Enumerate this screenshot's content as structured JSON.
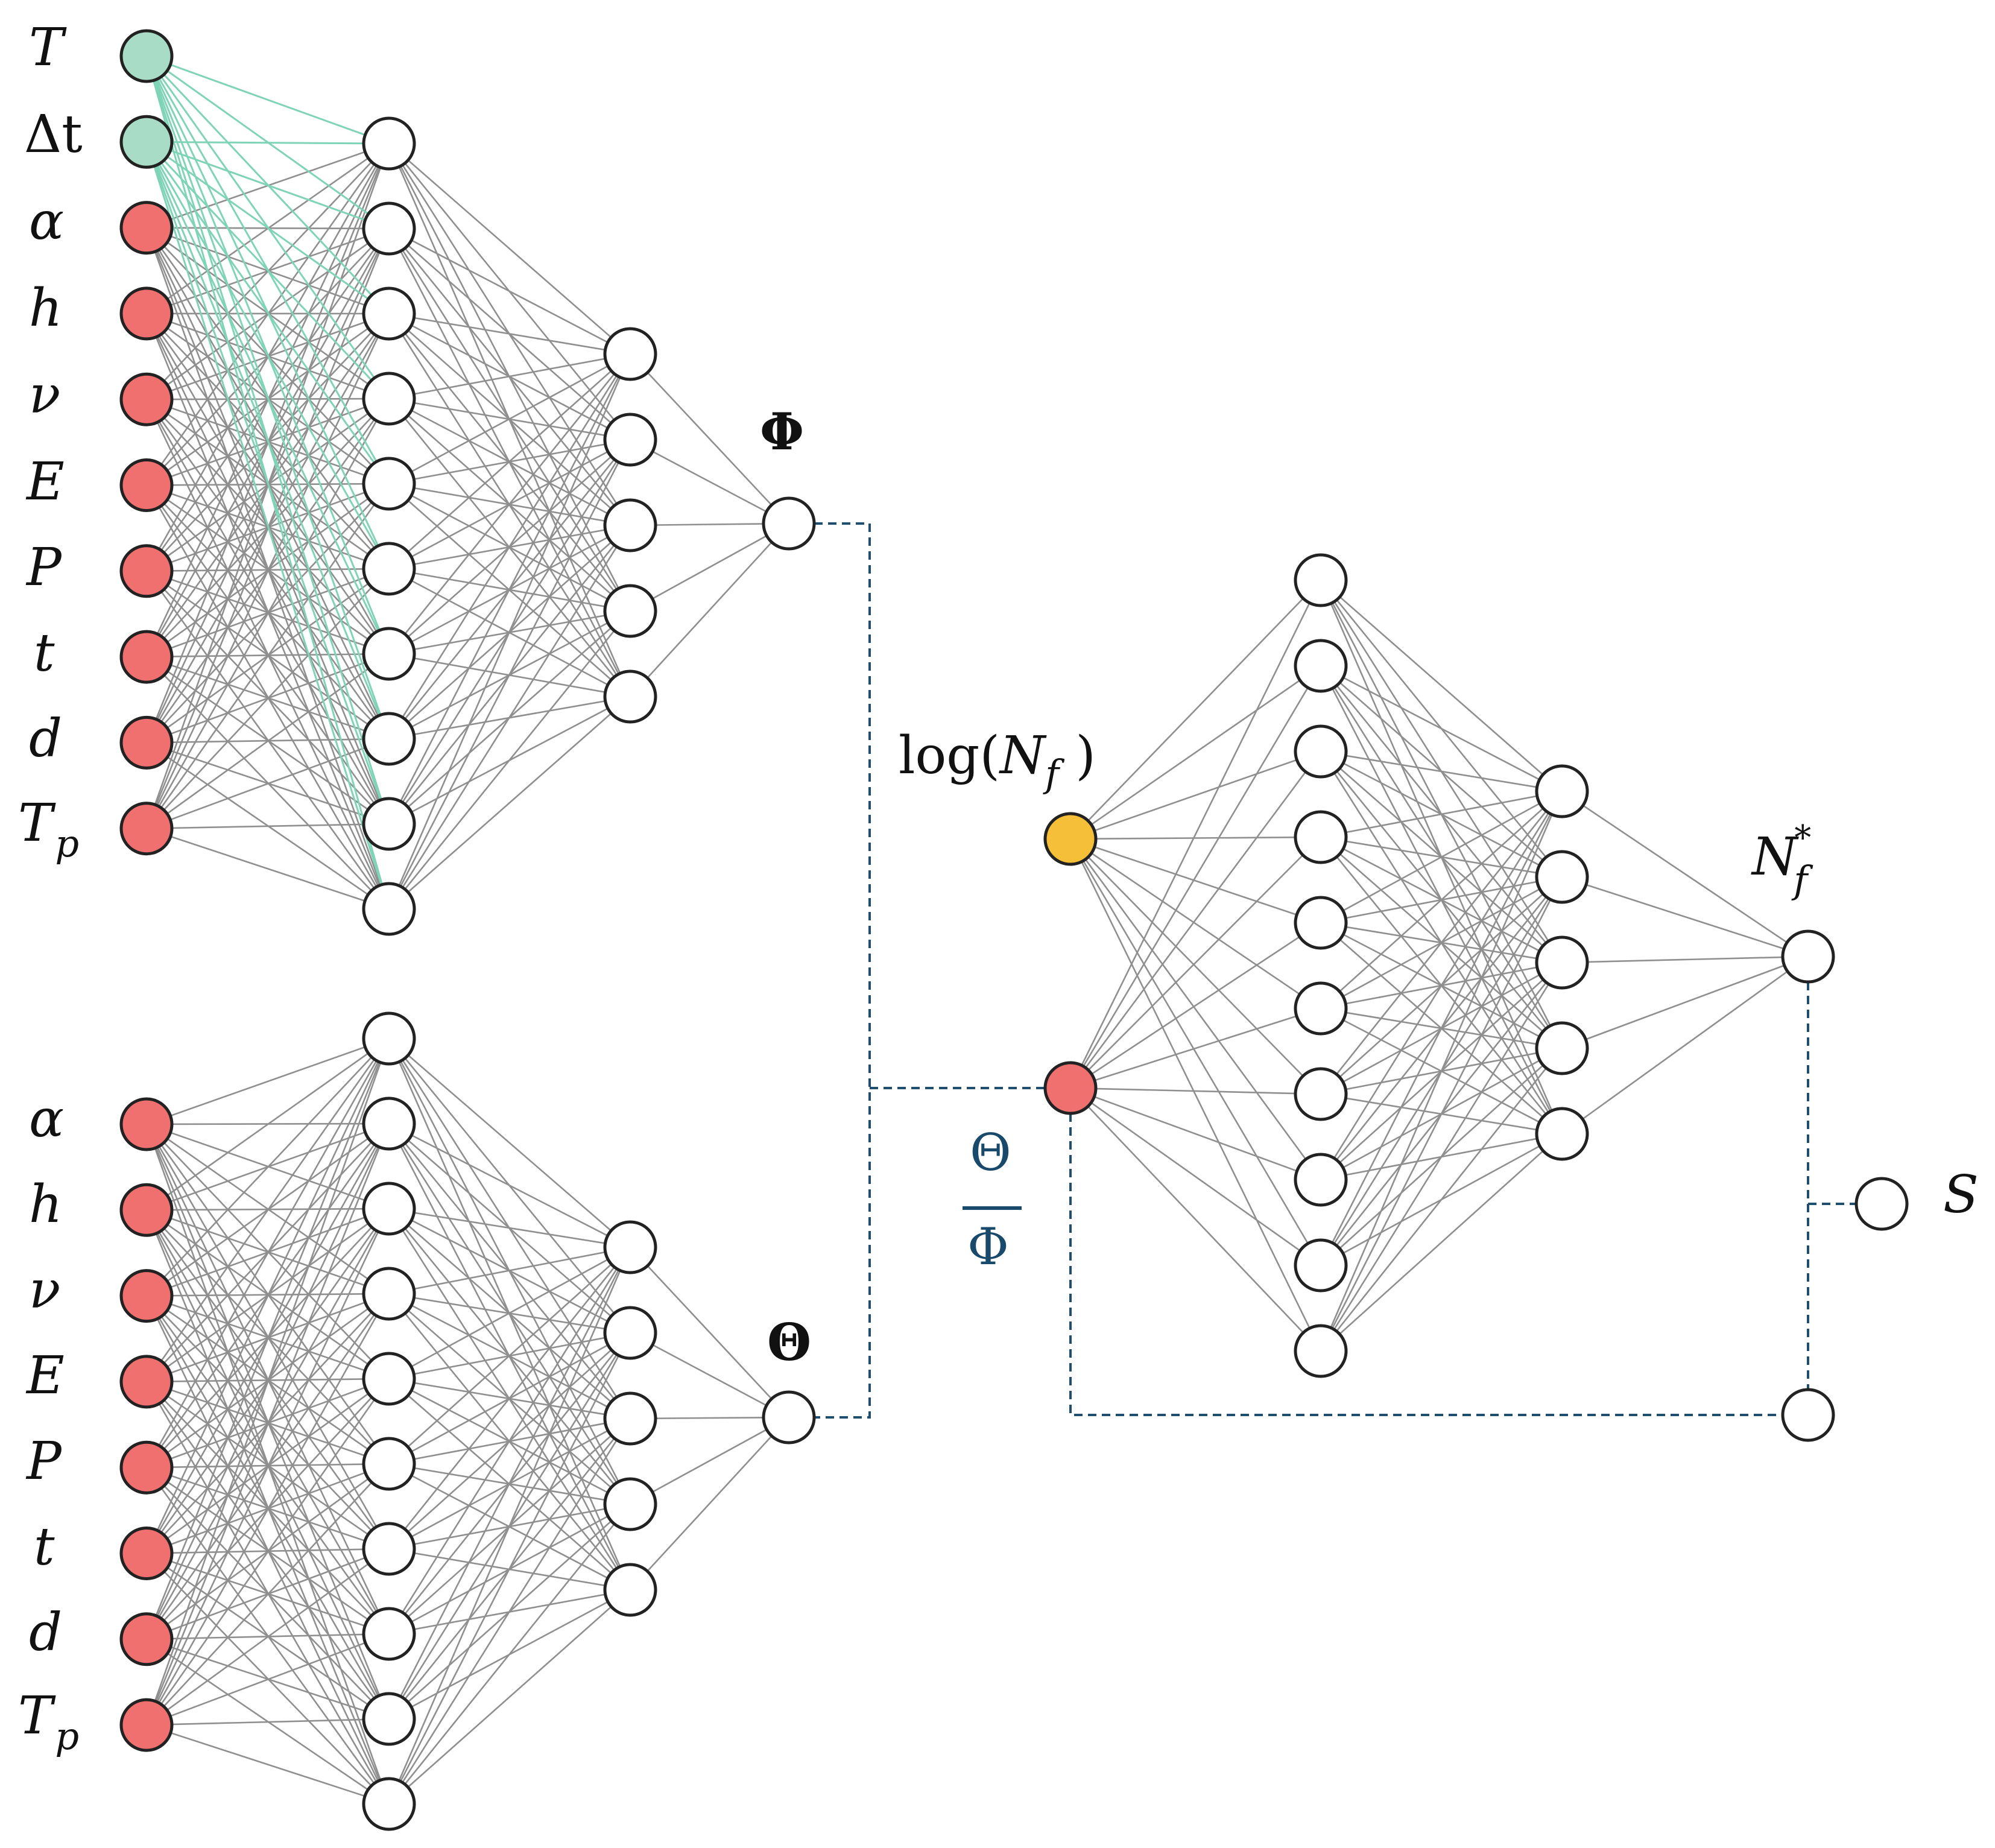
{
  "top_network": {
    "inputs": [
      {
        "label": "T",
        "color": "#a8dcc6"
      },
      {
        "label": "Δt",
        "color": "#a8dcc6"
      },
      {
        "label": "α",
        "color": "#f07070"
      },
      {
        "label": "h",
        "color": "#f07070"
      },
      {
        "label": "ν",
        "color": "#f07070"
      },
      {
        "label": "E",
        "color": "#f07070"
      },
      {
        "label": "P",
        "color": "#f07070"
      },
      {
        "label": "t",
        "color": "#f07070"
      },
      {
        "label": "d",
        "color": "#f07070"
      },
      {
        "label": "T",
        "sub": "p",
        "color": "#f07070"
      }
    ],
    "hidden_layer_sizes": [
      10,
      5
    ],
    "output_label": "Φ"
  },
  "bottom_network": {
    "inputs": [
      {
        "label": "α",
        "color": "#f07070"
      },
      {
        "label": "h",
        "color": "#f07070"
      },
      {
        "label": "ν",
        "color": "#f07070"
      },
      {
        "label": "E",
        "color": "#f07070"
      },
      {
        "label": "P",
        "color": "#f07070"
      },
      {
        "label": "t",
        "color": "#f07070"
      },
      {
        "label": "d",
        "color": "#f07070"
      },
      {
        "label": "T",
        "sub": "p",
        "color": "#f07070"
      }
    ],
    "hidden_layer_sizes": [
      10,
      5
    ],
    "output_label": "Θ"
  },
  "right_network": {
    "log_input": {
      "prefix": "log(",
      "var": "N",
      "sub": "f",
      "suffix": " )",
      "color": "#f5c037"
    },
    "ratio_input": {
      "numerator": "Θ",
      "denominator": "Φ",
      "color": "#f07070"
    },
    "hidden_layer_sizes": [
      10,
      5
    ],
    "output": {
      "var": "N",
      "sub": "f",
      "sup": "*"
    },
    "final_output": "S"
  },
  "colors": {
    "edge": "#8f8f8f",
    "green_edge": "#7fd4b8",
    "dashed_link": "#1f4e6e",
    "ratio_text": "#1a4a6b"
  }
}
